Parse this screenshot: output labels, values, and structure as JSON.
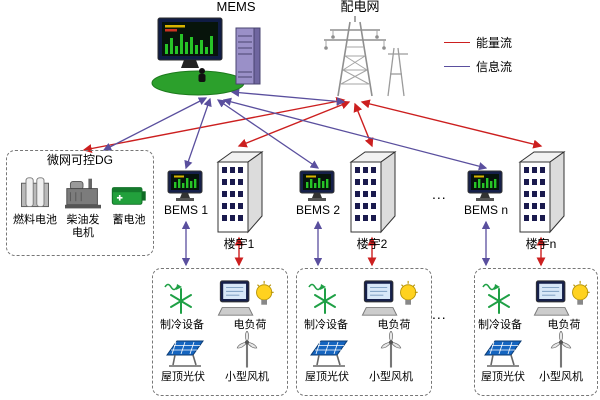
{
  "top": {
    "mems_label": "MEMS",
    "grid_label": "配电网"
  },
  "legend": {
    "energy_label": "能量流",
    "info_label": "信息流",
    "energy_color": "#cc1f1f",
    "info_color": "#5a4f9e"
  },
  "dg": {
    "title": "微网可控DG",
    "fuel_cell": "燃料电池",
    "diesel": "柴油发电机",
    "battery": "蓄电池"
  },
  "units": [
    {
      "bems": "BEMS 1",
      "building": "楼宇1"
    },
    {
      "bems": "BEMS 2",
      "building": "楼宇2"
    },
    {
      "bems": "BEMS n",
      "building": "楼宇n"
    }
  ],
  "loads": {
    "cooling": "制冷设备",
    "electric": "电负荷",
    "pv": "屋顶光伏",
    "wind": "小型风机"
  },
  "ellipsis": "..."
}
